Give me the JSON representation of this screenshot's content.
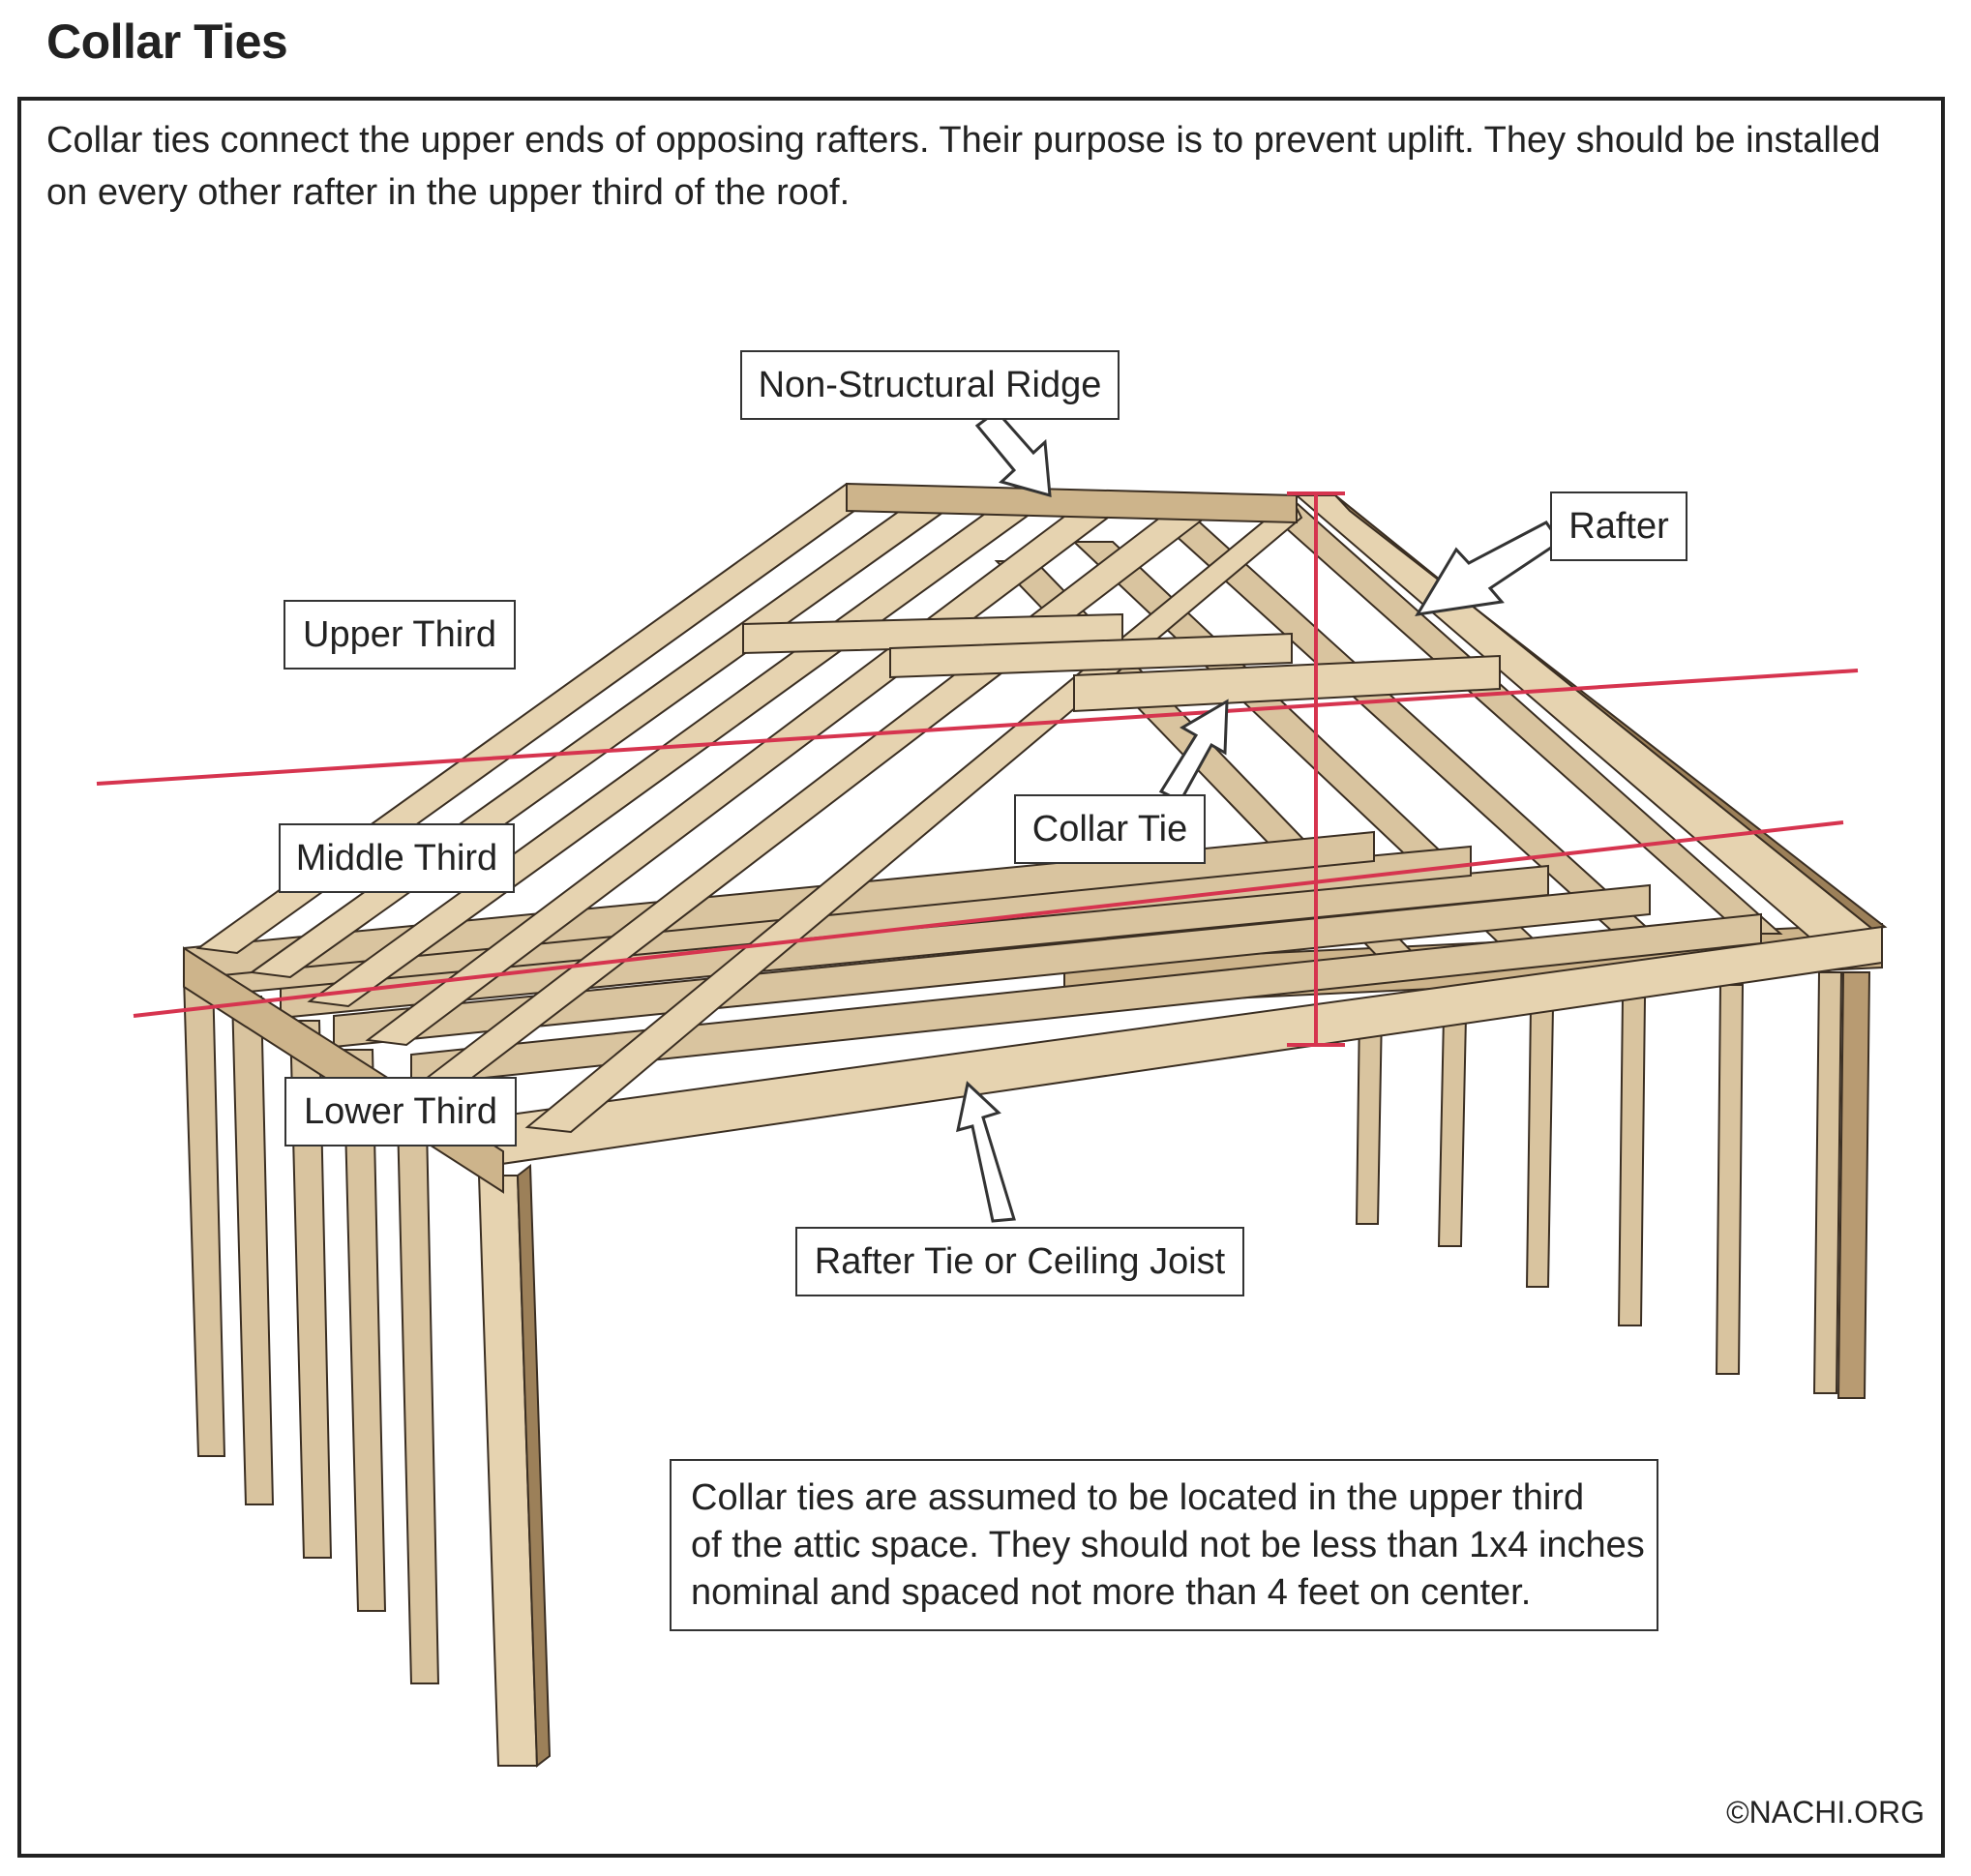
{
  "title": "Collar Ties",
  "intro": "Collar ties connect the upper ends of opposing rafters. Their purpose is to prevent uplift. They should be installed on every other rafter in the upper third of the roof.",
  "labels": {
    "ridge": "Non-Structural Ridge",
    "rafter": "Rafter",
    "upper_third": "Upper Third",
    "middle_third": "Middle Third",
    "lower_third": "Lower Third",
    "collar_tie": "Collar Tie",
    "rafter_tie": "Rafter Tie or Ceiling Joist"
  },
  "note_lines": [
    "Collar ties are assumed to be located in the upper third",
    "of the attic space. They should not be less than 1x4 inches",
    "nominal and spaced not more than 4 feet on center."
  ],
  "copyright": "©NACHI.ORG",
  "colors": {
    "wood_light": "#e6d3b0",
    "wood_mid": "#cdb48b",
    "wood_dark": "#9c8059",
    "outline": "#3a2e22",
    "divider_red": "#d6344f"
  }
}
